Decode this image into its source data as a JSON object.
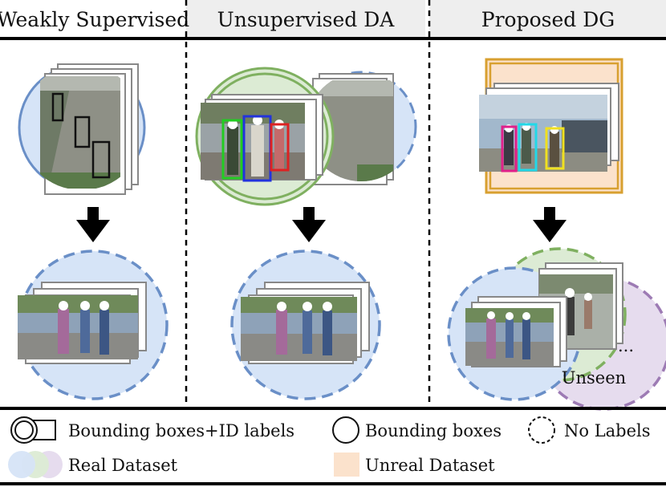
{
  "headers": {
    "col1": "Weakly Supervised",
    "col2": "Unsupervised DA",
    "col3": "Proposed DG"
  },
  "labels": {
    "unseen": "Unseen",
    "dots": "..."
  },
  "legend": {
    "bbox_id": "Bounding boxes+ID labels",
    "bbox": "Bounding boxes",
    "no_labels": "No Labels",
    "real": "Real Dataset",
    "unreal": "Unreal Dataset"
  },
  "colors": {
    "real_blue": "#d6e4f7",
    "real_green": "#dcebd4",
    "real_purple": "#e6dcee",
    "blue_ring": "#6a8fc7",
    "green_ring": "#7fb060",
    "purple_ring": "#9d7bb4",
    "unreal_fill": "#fbe2cc",
    "unreal_border": "#d8a030",
    "header_bg": "#eeeeee",
    "box_red": "#dd2222",
    "box_green": "#22cc22",
    "box_blue": "#2233dd",
    "box_pink": "#e0208a",
    "box_cyan": "#22d8e8",
    "box_yellow": "#f0e020"
  }
}
